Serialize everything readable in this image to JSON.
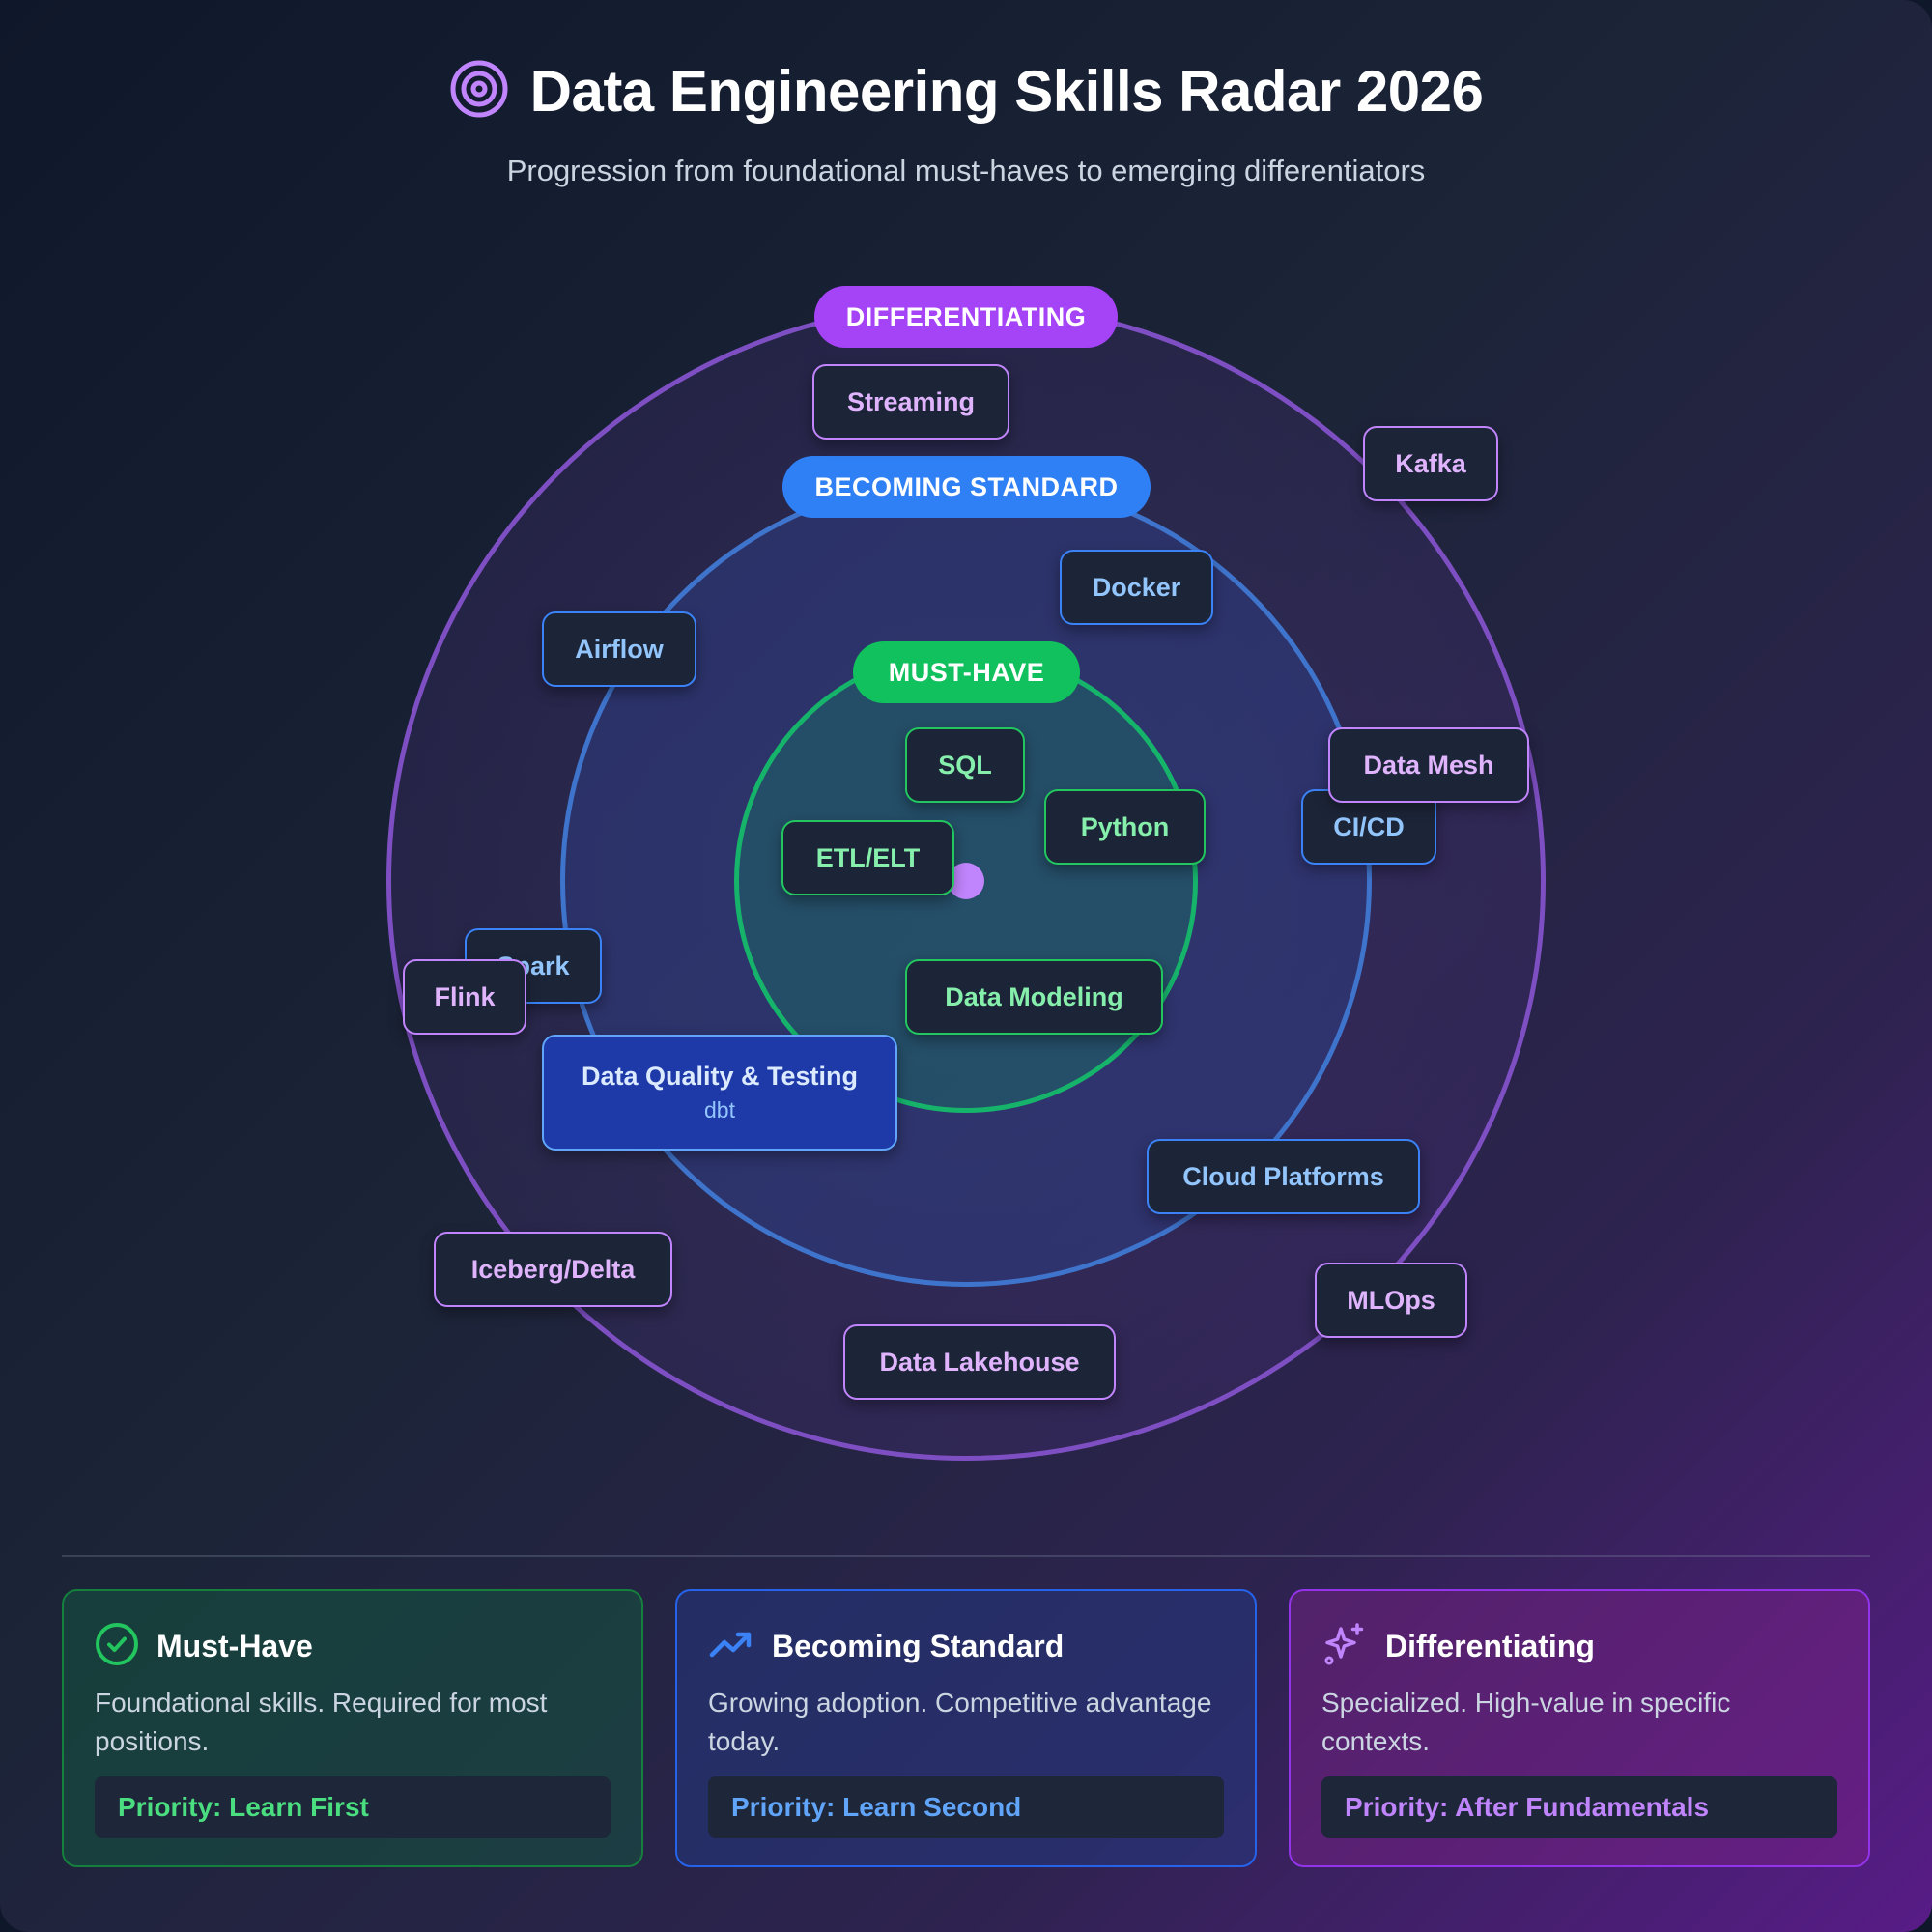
{
  "header": {
    "title": "Data Engineering Skills Radar 2026",
    "subtitle": "Progression from foundational must-haves to emerging differentiators",
    "icon": "target-icon"
  },
  "rings": {
    "differentiating": "DIFFERENTIATING",
    "becoming_standard": "BECOMING STANDARD",
    "must_have": "MUST-HAVE"
  },
  "skills": {
    "must_have": [
      "SQL",
      "Python",
      "ETL/ELT",
      "Data Modeling"
    ],
    "becoming_standard": [
      "Airflow",
      "Docker",
      "CI/CD",
      "Spark",
      "Data Quality & Testing",
      "Cloud Platforms"
    ],
    "becoming_standard_sub": {
      "data_quality": "dbt"
    },
    "differentiating": [
      "Streaming",
      "Kafka",
      "Data Mesh",
      "Flink",
      "Iceberg/Delta",
      "Data Lakehouse",
      "MLOps"
    ]
  },
  "cards": [
    {
      "title": "Must-Have",
      "icon": "check-circle-icon",
      "desc": "Foundational skills. Required for most positions.",
      "priority": "Priority: Learn First",
      "color": "#22c55e"
    },
    {
      "title": "Becoming Standard",
      "icon": "trending-up-icon",
      "desc": "Growing adoption. Competitive advantage today.",
      "priority": "Priority: Learn Second",
      "color": "#3b82f6"
    },
    {
      "title": "Differentiating",
      "icon": "sparkles-icon",
      "desc": "Specialized. High-value in specific contexts.",
      "priority": "Priority: After Fundamentals",
      "color": "#c084fc"
    }
  ]
}
